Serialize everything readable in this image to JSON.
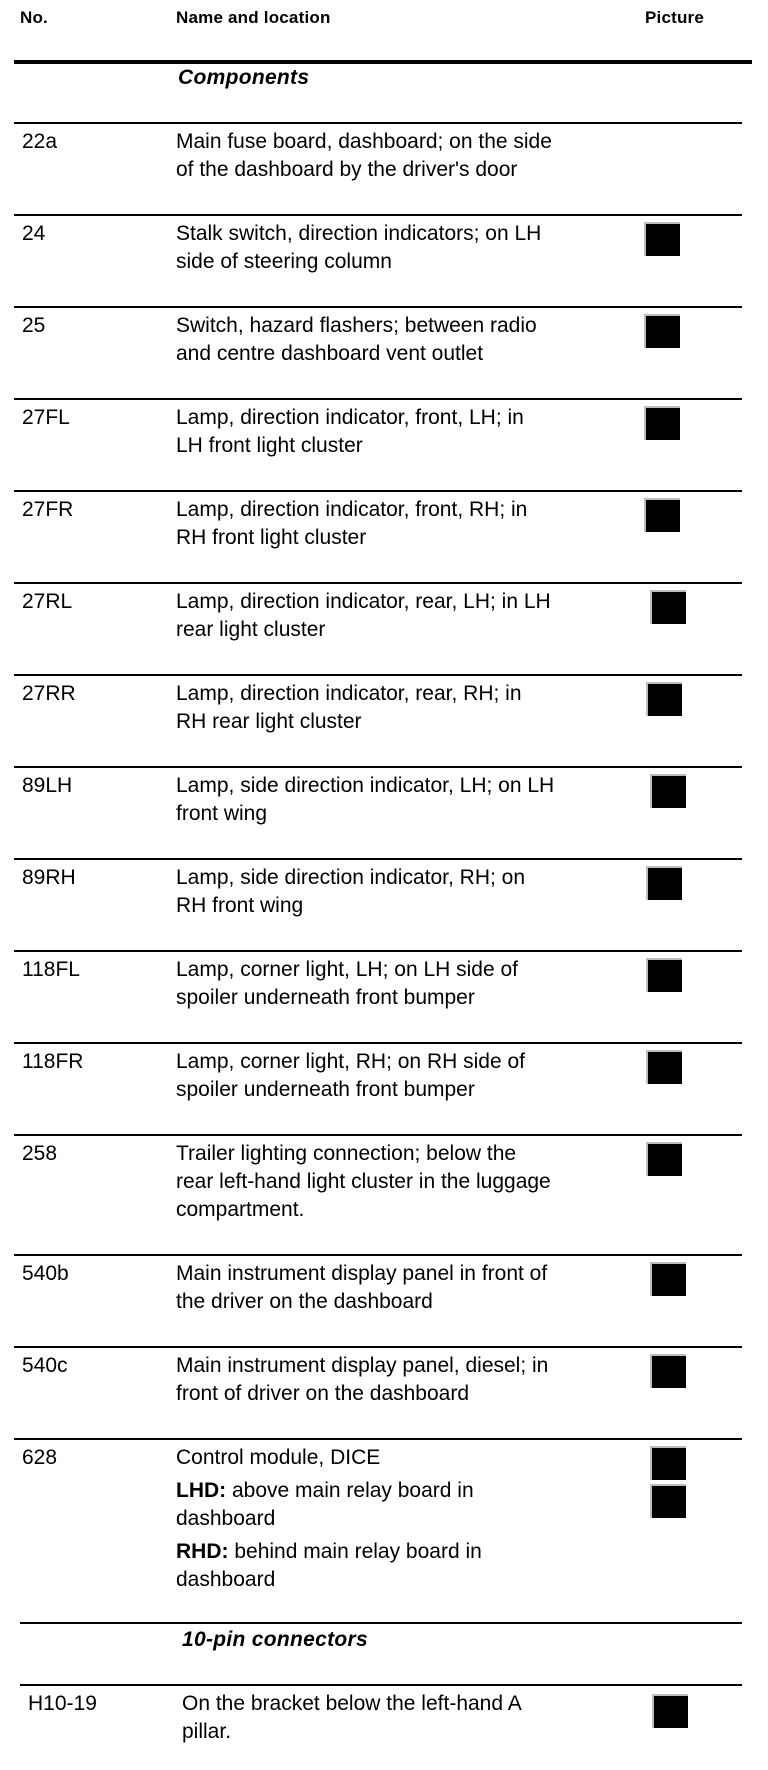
{
  "header": {
    "no": "No.",
    "name": "Name and location",
    "picture": "Picture"
  },
  "sections": [
    {
      "title": "Components"
    },
    {
      "title": "10-pin connectors"
    }
  ],
  "rows": [
    {
      "no": "22a",
      "lines": [
        "Main fuse board, dashboard; on the side",
        "of the dashboard by the driver's door"
      ],
      "has_picture": false
    },
    {
      "no": "24",
      "lines": [
        "Stalk switch, direction indicators; on LH",
        "side of steering column"
      ],
      "has_picture": true
    },
    {
      "no": "25",
      "lines": [
        "Switch, hazard flashers; between radio",
        "and centre dashboard vent outlet"
      ],
      "has_picture": true
    },
    {
      "no": "27FL",
      "lines": [
        "Lamp, direction indicator, front, LH; in",
        "LH front light cluster"
      ],
      "has_picture": true
    },
    {
      "no": "27FR",
      "lines": [
        "Lamp, direction indicator, front, RH; in",
        "RH front light cluster"
      ],
      "has_picture": true
    },
    {
      "no": "27RL",
      "lines": [
        "Lamp, direction indicator, rear, LH; in LH",
        "rear light cluster"
      ],
      "has_picture": true
    },
    {
      "no": "27RR",
      "lines": [
        "Lamp, direction indicator, rear, RH; in",
        "RH rear light cluster"
      ],
      "has_picture": true
    },
    {
      "no": "89LH",
      "lines": [
        "Lamp, side direction indicator, LH; on LH",
        "front wing"
      ],
      "has_picture": true
    },
    {
      "no": "89RH",
      "lines": [
        "Lamp, side direction indicator, RH; on",
        "RH front wing"
      ],
      "has_picture": true
    },
    {
      "no": "118FL",
      "lines": [
        "Lamp, corner light, LH; on LH side of",
        "spoiler underneath front bumper"
      ],
      "has_picture": true
    },
    {
      "no": "118FR",
      "lines": [
        "Lamp, corner light, RH; on RH side of",
        "spoiler underneath front bumper"
      ],
      "has_picture": true
    },
    {
      "no": "258",
      "lines": [
        "Trailer lighting connection; below the",
        "rear left-hand light cluster in the luggage",
        "compartment."
      ],
      "has_picture": true
    },
    {
      "no": "540b",
      "lines": [
        "Main instrument display panel in front of",
        "the driver on the dashboard"
      ],
      "has_picture": true
    },
    {
      "no": "540c",
      "lines": [
        "Main instrument display panel, diesel; in",
        "front of driver on the dashboard"
      ],
      "has_picture": true
    },
    {
      "no": "628",
      "lines": [
        "Control module, DICE"
      ],
      "sub_entries": [
        {
          "label": "LHD:",
          "lines": [
            " above main relay board in",
            "dashboard"
          ]
        },
        {
          "label": "RHD:",
          "lines": [
            " behind main relay board in",
            "dashboard"
          ]
        }
      ],
      "has_picture": true
    },
    {
      "no": "H10-19",
      "lines": [
        "On the bracket below the left-hand A",
        "pillar."
      ],
      "has_picture": true
    }
  ]
}
